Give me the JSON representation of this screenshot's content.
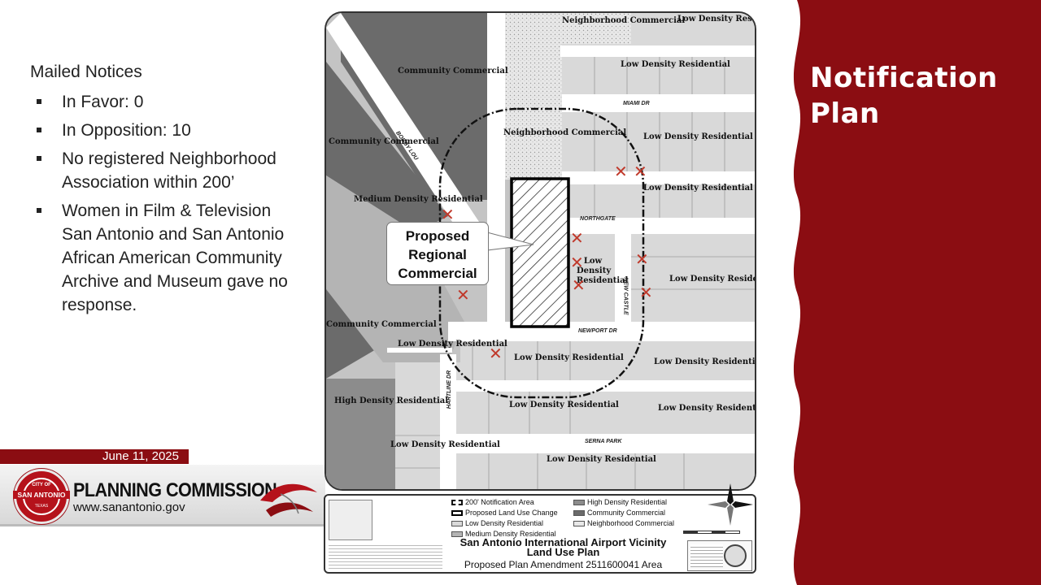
{
  "slide": {
    "title": "Notification Plan"
  },
  "notices": {
    "heading": "Mailed  Notices",
    "items": [
      "In Favor: 0",
      "In Opposition: 10",
      "No registered Neighborhood Association within 200’",
      "Women in Film & Television San Antonio and San Antonio African American Community Archive and Museum gave no response."
    ]
  },
  "footer": {
    "date": "June 11, 2025",
    "seal_top": "CITY OF",
    "seal_main": "SAN ANTONIO",
    "seal_bottom": "TEXAS",
    "commission": "PLANNING COMMISSION",
    "url": "www.sanantonio.gov"
  },
  "map": {
    "callout": "Proposed Regional Commercial",
    "zones": {
      "nc_top": "Neighborhood Commercial",
      "ldr_top_right": "Low Density Residential",
      "cc_1": "Community Commercial",
      "ldr_1": "Low Density Residential",
      "cc_2": "Community Commercial",
      "nc_mid": "Neighborhood Commercial",
      "ldr_2": "Low Density Residential",
      "ldr_3": "Low Density Residential",
      "mdr": "Medium Density Residential",
      "ldr_center": "Low Density Residential",
      "ldr_4": "Low Density Residential",
      "cc_3": "Community Commercial",
      "ldr_5": "Low Density Residential",
      "ldr_6": "Low Density Residential",
      "ldr_7": "Low Density Residential",
      "hdr": "High Density Residential",
      "ldr_8": "Low Density Residential",
      "ldr_9": "Low Density Residential",
      "ldr_10": "Low Density Residential",
      "ldr_11": "Low Density Residential"
    },
    "streets": {
      "miami": "MIAMI DR",
      "bobby_lou": "BOBBY LOU",
      "northgate": "NORTHGATE",
      "new_castle": "NEW CASTLE",
      "newport": "NEWPORT DR",
      "hartline": "HARTLINE DR",
      "serna": "SERNA PARK"
    },
    "opposition_marker": "✕"
  },
  "legend": {
    "items": [
      "200' Notification Area",
      "Proposed Land Use Change",
      "Low Density Residential",
      "Medium Density Residential",
      "High Density Residential",
      "Community Commercial",
      "Neighborhood Commercial"
    ],
    "title": "San Antonio International Airport Vicinity Land Use Plan",
    "subtitle": "Proposed Plan Amendment 2511600041 Area"
  },
  "colors": {
    "burgundy": "#8b0d12",
    "community_commercial": "#6b6b6b",
    "medium_density": "#b4b4b4",
    "high_density": "#8c8c8c",
    "low_density": "#d9d9d9",
    "opposition_marker": "#c0392b"
  }
}
